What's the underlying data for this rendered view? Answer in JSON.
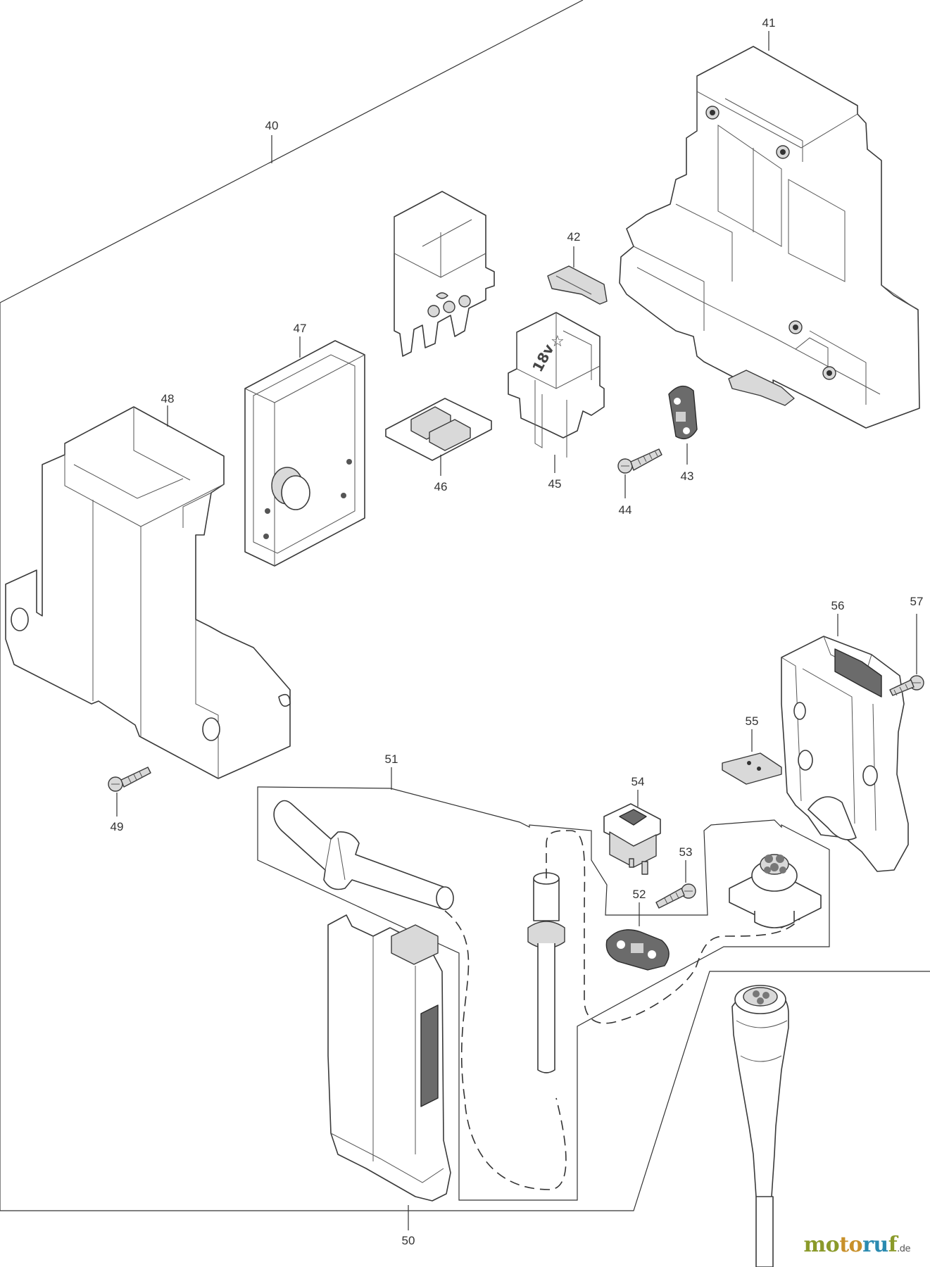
{
  "labels": {
    "p40": "40",
    "p41": "41",
    "p42": "42",
    "p43": "43",
    "p44": "44",
    "p45": "45",
    "p46": "46",
    "p47": "47",
    "p48": "48",
    "p49": "49",
    "p50": "50",
    "p51": "51",
    "p52": "52",
    "p53": "53",
    "p54": "54",
    "p55": "55",
    "p56": "56",
    "p57": "57"
  },
  "battery_marking": "18v",
  "watermark": {
    "name": "motoruf",
    "tld": ".de"
  }
}
